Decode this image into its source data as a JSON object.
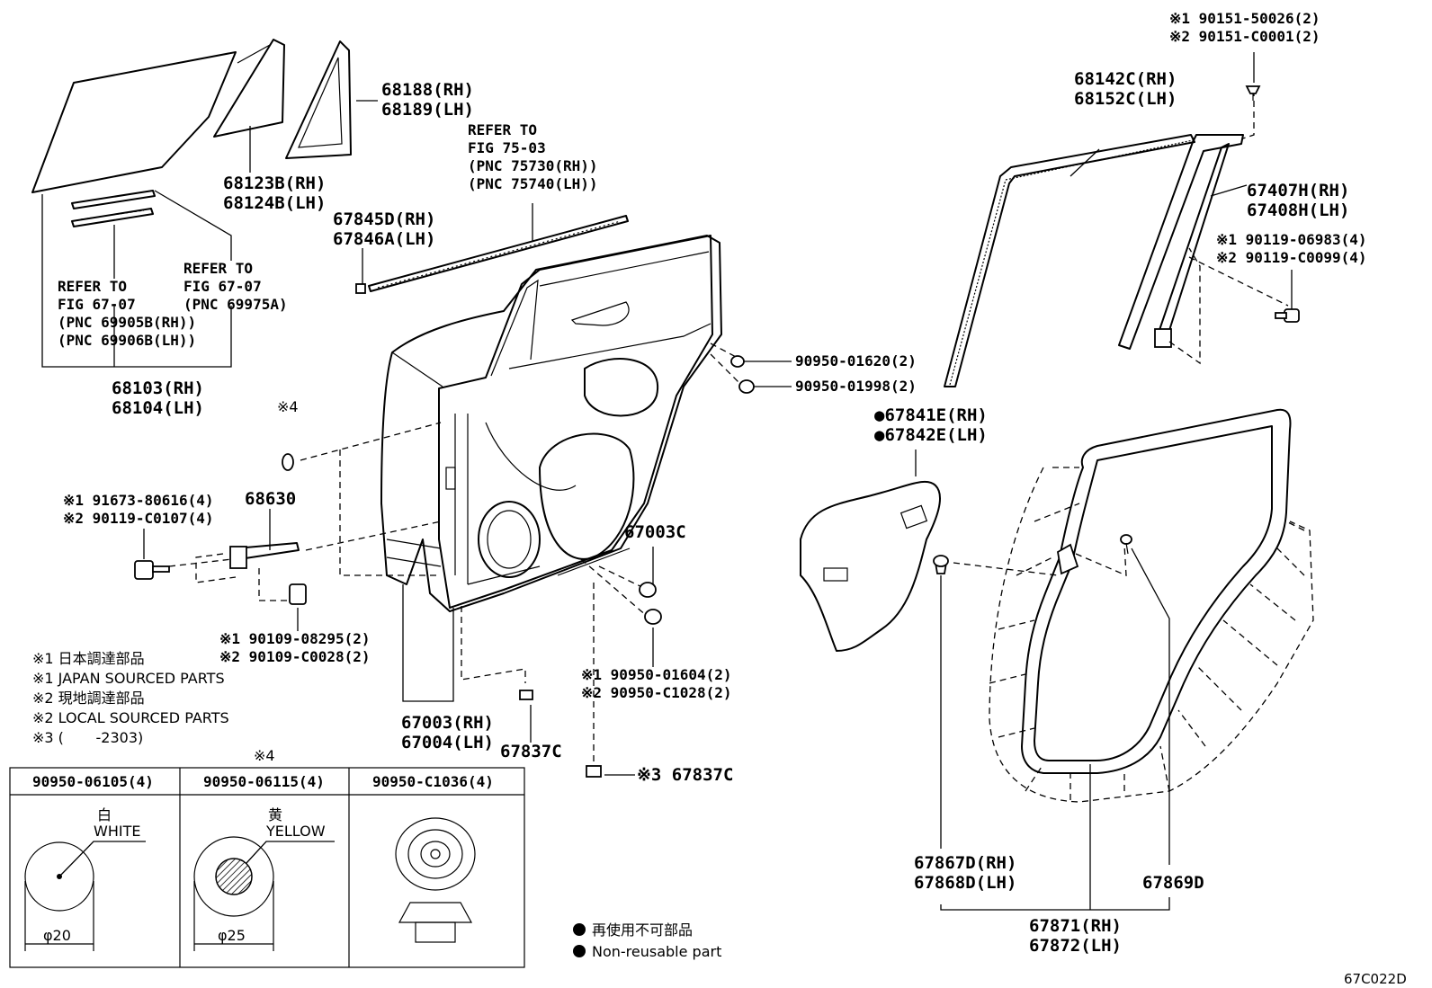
{
  "labels": {
    "p68188": "68188(RH)",
    "p68189": "68189(LH)",
    "p68123": "68123B(RH)",
    "p68124": "68124B(LH)",
    "ref7503_1": "REFER TO",
    "ref7503_2": "FIG 75-03",
    "ref7503_3": "(PNC 75730(RH))",
    "ref7503_4": "(PNC 75740(LH))",
    "p67845": "67845D(RH)",
    "p67846": "67846A(LH)",
    "refa_1": "REFER TO",
    "refa_2": "FIG 67-07",
    "refa_3": "(PNC 69905B(RH))",
    "refa_4": "(PNC 69906B(LH))",
    "refb_1": "REFER TO",
    "refb_2": "FIG 67-07",
    "refb_3": "(PNC 69975A)",
    "p68103": "68103(RH)",
    "p68104": "68104(LH)",
    "p90950_01620": "90950-01620(2)",
    "p90950_01998": "90950-01998(2)",
    "star4": "※4",
    "b1_1": "※1 91673-80616(4)",
    "b1_2": "※2 90119-C0107(4)",
    "p68630": "68630",
    "p67003c": "67003C",
    "b2_1": "※1 90109-08295(2)",
    "b2_2": "※2 90109-C0028(2)",
    "b3_1": "※1 90950-01604(2)",
    "b3_2": "※2 90950-C1028(2)",
    "p67003": "67003(RH)",
    "p67004": "67004(LH)",
    "p67837c_a": "67837C",
    "p67837c_b": "※3 67837C",
    "top1": "※1 90151-50026(2)",
    "top2": "※2 90151-C0001(2)",
    "p68142": "68142C(RH)",
    "p68152": "68152C(LH)",
    "p67407": "67407H(RH)",
    "p67408": "67408H(LH)",
    "r1": "※1 90119-06983(4)",
    "r2": "※2 90119-C0099(4)",
    "p67841": "●67841E(RH)",
    "p67842": "●67842E(LH)",
    "p67867": "67867D(RH)",
    "p67868": "67868D(LH)",
    "p67869": "67869D",
    "p67871": "67871(RH)",
    "p67872": "67872(LH)",
    "diagram_code": "67C022D"
  },
  "legend": [
    "※1 日本調達部品",
    "※1 JAPAN SOURCED PARTS",
    "※2 現地調達部品",
    "※2 LOCAL SOURCED PARTS",
    "※3 (       -2303)"
  ],
  "non_reusable": {
    "jp": "再使用不可部品",
    "en": "Non-reusable part"
  },
  "plug_table": {
    "marker": "※4",
    "headers": [
      "90950-06105(4)",
      "90950-06115(4)",
      "90950-C1036(4)"
    ],
    "col1_color_jp": "白",
    "col1_color_en": "WHITE",
    "col1_dia": "φ20",
    "col2_color_jp": "黄",
    "col2_color_en": "YELLOW",
    "col2_dia": "φ25"
  }
}
